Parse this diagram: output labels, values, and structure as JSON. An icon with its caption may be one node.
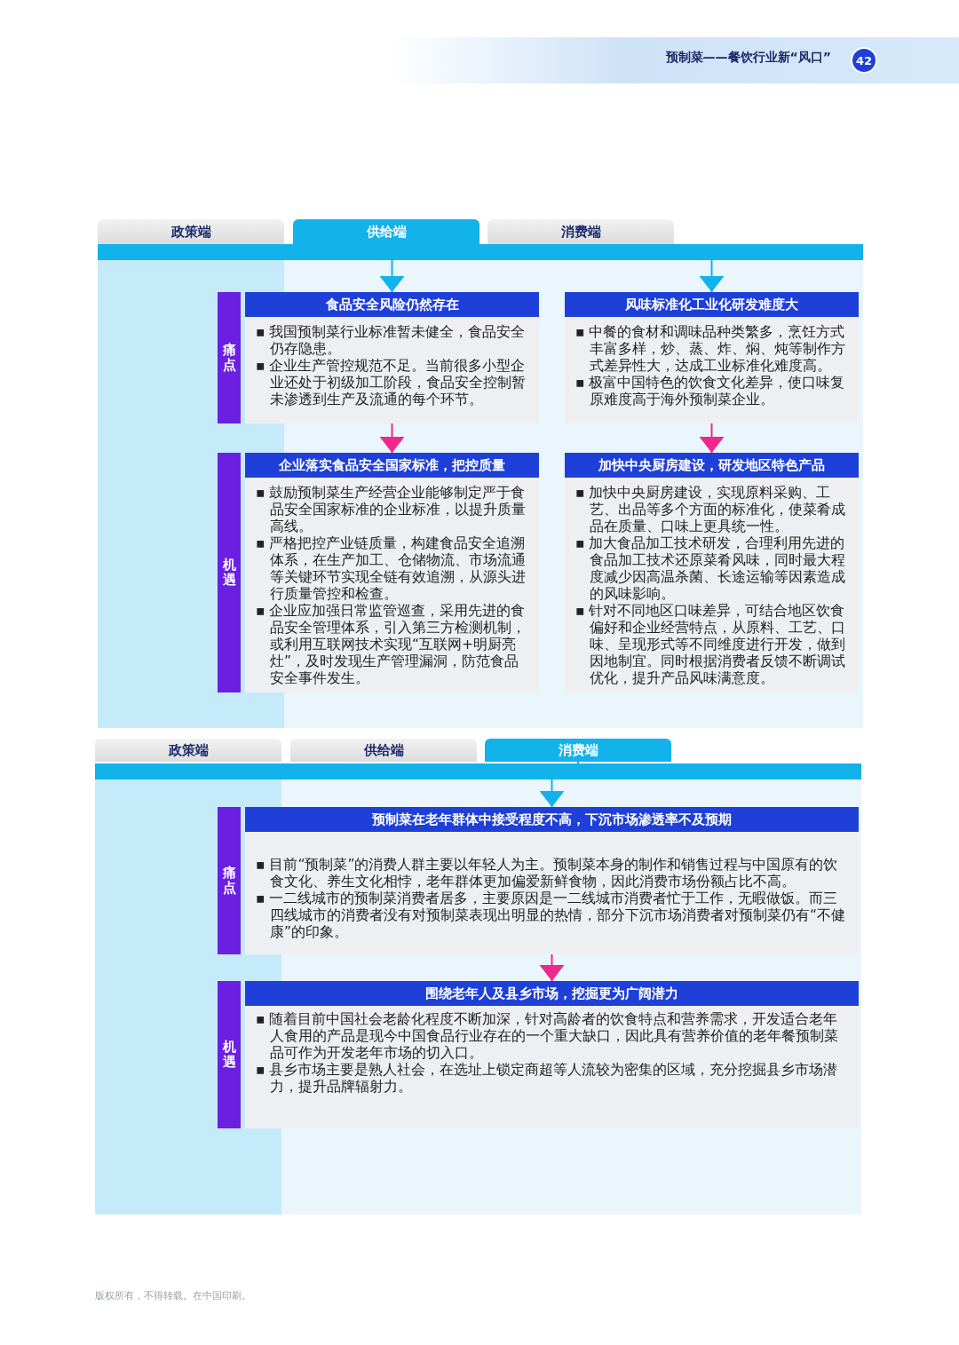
{
  "diagram": {
    "nodes": [
      {
        "text": [],
        "shape": "box"
      },
      {
        "text": [
          "政策端"
        ],
        "in": 0
      },
      {
        "text": [
          "供给端"
        ],
        "in": 0
      },
      {
        "text": [
          "消费端"
        ],
        "in": 0
      },
      {
        "text": [
          "痛点"
        ],
        "in": 0
      },
      {
        "text": [
          "食品安全风险仍然存在",
          "▪ 我国预制菜行业标准暂未健全，食品安全仍存隐患。",
          "▪ 企业生产管控规范不足。当前很多小型企业还处于初级加工阶段，食品安全控制暂未渗透到生产及流通的每个环节。"
        ],
        "in": 0
      },
      {
        "text": [
          "风味标准化工业化研发难度大",
          "▪ 中餐的食材和调味品种类繁多，烹饪方式丰富多样，炒、蒸、炸、焖、炖等制作方式差异性大，达成工业标准化难度高。",
          "▪ 极富中国特色的饮食文化差异，使口味复原难度高于海外预制菜企业。"
        ],
        "in": 0
      },
      {
        "text": [
          "机遇"
        ],
        "in": 0
      },
      {
        "text": [
          "企业落实食品安全国家标准，把控质量",
          "▪ 鼓励预制菜生产经营企业能够制定严于食品安全国家标准的企业标准，以提升质量高线。",
          "▪ 严格把控产业链质量，构建食品安全追溯体系，在生产加工、仓储物流、市场流通等关键环节实现全链有效追溯，从源头进行质量管控和检查。",
          "▪ 企业应加强日常监管巡查，采用先进的食品安全管理体系，引入第三方检测机制，或利用互联网技术实现“互联网+明厨亮灶”，及时发现生产管理漏洞，防范食品安全事件发生。"
        ],
        "in": 0
      },
      {
        "text": [
          "加快中央厨房建设，研发地区特色产品",
          "▪ 加快中央厨房建设，实现原料采购、工艺、出品等多个方面的标准化，使菜肴成品在质量、口味上更具统一性。",
          "▪ 加大食品加工技术研发，合理利用先进的食品加工技术还原菜肴风味，同时最大程度减少因高温杀菌、长途运输等因素造成的风味影响。",
          "▪ 针对不同地区口味差异，可结合地区饮食偏好和企业经营特点，从原料、工艺、口味、呈现形式等不同维度进行开发，做到因地制宜。同时根据消费者反馈不断调试优化，提升产品风味满意度。"
        ],
        "in": 0
      },
      {
        "text": [],
        "shape": "box"
      },
      {
        "text": [
          "政策端"
        ],
        "in": 10
      },
      {
        "text": [
          "供给端"
        ],
        "in": 10
      },
      {
        "text": [
          "消费端"
        ],
        "in": 10
      },
      {
        "text": [
          "痛点"
        ],
        "in": 10
      },
      {
        "text": [
          "预制菜在老年群体中接受程度不高，下沉市场渗透率不及预期",
          "▪ 目前“预制菜”的消费人群主要以年轻人为主。预制菜本身的制作和销售过程与中国原有的饮食文化、养生文化相悖，老年群体更加偏爱新鲜食物，因此消费市场份额占比不高。",
          "▪ 一二线城市的预制菜消费者居多，主要原因是一二线城市消费者忙于工作，无暇做饭。而三四线城市的消费者没有对预制菜表现出明显的热情，部分下沉市场消费者对预制菜仍有“不健康”的印象。"
        ],
        "in": 10
      },
      {
        "text": [
          "机遇"
        ],
        "in": 10
      },
      {
        "text": [
          "围绕老年人及县乡市场，挖掘更为广阔潜力",
          "▪ 随着目前中国社会老龄化程度不断加深，针对高龄者的饮食特点和营养需求，开发适合老年人食用的产品是现今中国食品行业存在的一个重大缺口，因此具有营养价值的老年餐预制菜品可作为开发老年市场的切入口。",
          "▪ 县乡市场主要是熟人社会，在选址上锁定商超等人流较为密集的区域，充分挖掘县乡市场潜力，提升品牌辐射力。"
        ],
        "in": 10
      }
    ],
    "edges": [
      {
        "from": 2,
        "to": 5,
        "arrow": "to",
        "color": "#12b2ea"
      },
      {
        "from": 2,
        "to": 6,
        "arrow": "to",
        "color": "#12b2ea"
      },
      {
        "from": 13,
        "to": 15,
        "arrow": "to",
        "color": "#12b2ea"
      },
      {
        "from": 5,
        "to": 8,
        "arrow": "to",
        "color": "#f0288c"
      },
      {
        "from": 6,
        "to": 9,
        "arrow": "to",
        "color": "#f0288c"
      },
      {
        "from": 15,
        "to": 17,
        "arrow": "to",
        "color": "#f0288c"
      }
    ],
    "labels": [
      "预制菜——餐饮行业新“风口”",
      "42",
      "版权所有，不得转载。在中国印刷。"
    ]
  }
}
